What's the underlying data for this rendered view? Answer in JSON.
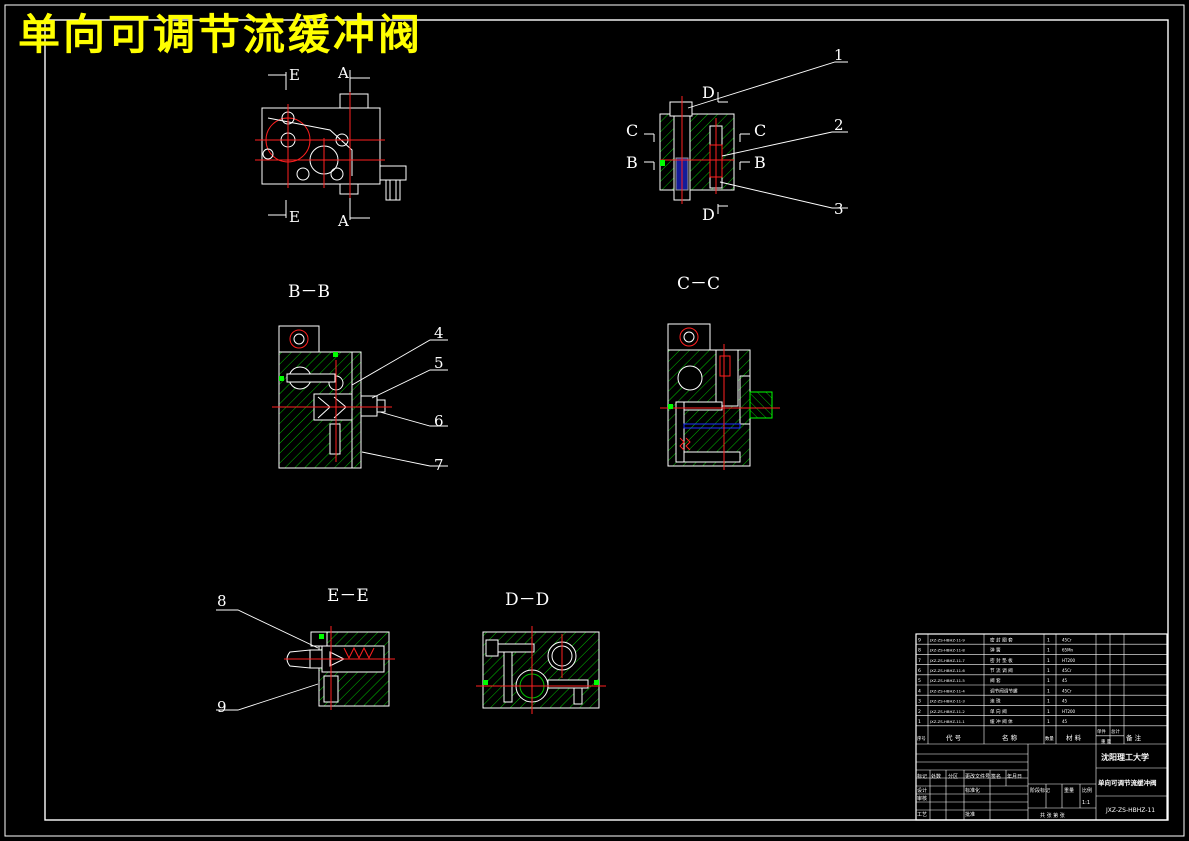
{
  "drawing": {
    "title": "单向可调节流缓冲阀",
    "views": {
      "bb": "B－B",
      "cc": "C－C",
      "ee": "E－E",
      "dd": "D－D"
    },
    "cut_labels": {
      "e": "E",
      "a": "A",
      "c": "C",
      "b": "B",
      "d": "D"
    },
    "balloons": [
      "1",
      "2",
      "3",
      "4",
      "5",
      "6",
      "7",
      "8",
      "9"
    ],
    "colors": {
      "background": "#000000",
      "outline": "#ffffff",
      "hatch": "#00c000",
      "centerline": "#ff2020",
      "title": "#ffff00",
      "accent": "#00ff00"
    }
  },
  "title_block": {
    "bom_rows": [
      {
        "no": "9",
        "code": "JXZ-ZS-HBHZ-11-9",
        "name": "密 封 圈 套",
        "qty": "1",
        "material": "45Cr"
      },
      {
        "no": "8",
        "code": "JXZ-ZS-HBHZ-11-8",
        "name": "弹 簧",
        "qty": "1",
        "material": "65Mn"
      },
      {
        "no": "7",
        "code": "JXZ-ZS-HBHZ-11-7",
        "name": "密 封 垫 板",
        "qty": "1",
        "material": "HT200"
      },
      {
        "no": "6",
        "code": "JXZ-ZS-HBHZ-11-6",
        "name": "节 流 调 阀",
        "qty": "1",
        "material": "45Cr"
      },
      {
        "no": "5",
        "code": "JXZ-ZS-HBHZ-11-5",
        "name": "阀 套",
        "qty": "1",
        "material": "45"
      },
      {
        "no": "4",
        "code": "JXZ-ZS-HBHZ-11-4",
        "name": "调节阀调节螺",
        "qty": "1",
        "material": "45Cr"
      },
      {
        "no": "3",
        "code": "JXZ-ZS-HBHZ-11-3",
        "name": "滚 珠",
        "qty": "1",
        "material": "45"
      },
      {
        "no": "2",
        "code": "JXZ-ZS-HBHZ-11-2",
        "name": "单 向 阀",
        "qty": "1",
        "material": "HT200"
      },
      {
        "no": "1",
        "code": "JXZ-ZS-HBHZ-11-1",
        "name": "缓 冲 阀 体",
        "qty": "1",
        "material": "45"
      }
    ],
    "header": {
      "no": "序号",
      "code": "代 号",
      "name": "名 称",
      "qty": "数量",
      "material": "材 料",
      "single": "单件",
      "total": "总计",
      "weight": "重 量",
      "remarks": "备 注"
    },
    "university": "沈阳理工大学",
    "drawing_name": "单向可调节流缓冲阀",
    "drawing_no": "JXZ-ZS-HBHZ-11",
    "scale": "1:1",
    "revision": {
      "mark": "标记",
      "count": "处数",
      "zone": "分区",
      "doc": "更改文件号",
      "sign": "签名",
      "date": "年月日"
    },
    "roles": {
      "design": "设计",
      "standard": "标准化",
      "review": "审核",
      "process": "工艺",
      "approve": "批准"
    },
    "stage": "阶段标记",
    "weight_label": "重量",
    "scale_label": "比例",
    "sheet_info": "共 张 第 张"
  }
}
